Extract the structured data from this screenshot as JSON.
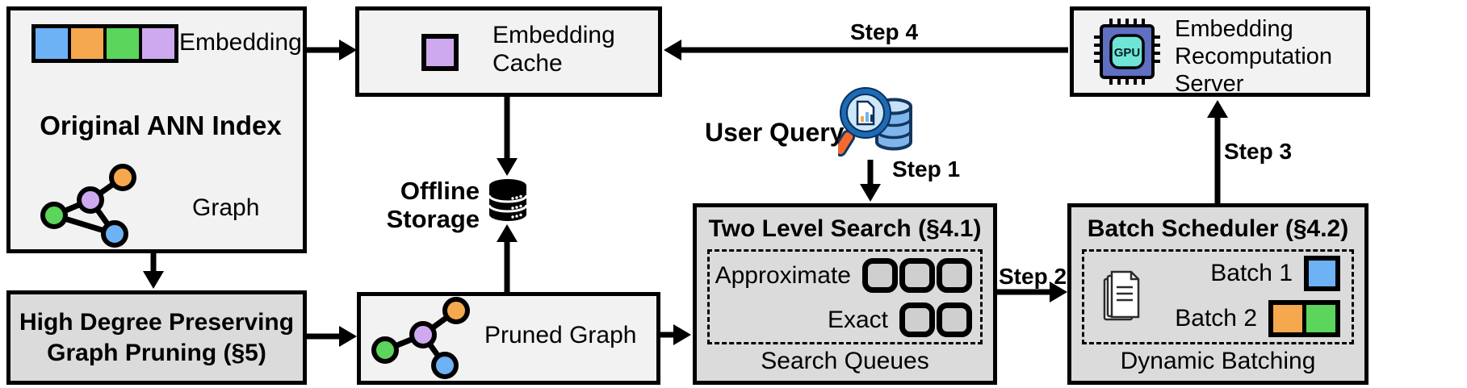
{
  "palette": {
    "blue": "#6CB2F5",
    "orange": "#F5A84E",
    "green": "#5BD55B",
    "purple": "#CFA9EF",
    "box_light": "#F2F2F2",
    "box_dark": "#DBDBDB",
    "black": "#000000"
  },
  "original_index": {
    "embedding_label": "Embedding",
    "title": "Original ANN Index",
    "graph_label": "Graph"
  },
  "embedding_cache": {
    "label": "Embedding Cache"
  },
  "offline_storage": {
    "label": "Offline Storage"
  },
  "high_degree": {
    "title": "High Degree Preserving Graph Pruning (§5)"
  },
  "pruned_graph": {
    "label": "Pruned Graph"
  },
  "user_query": {
    "label": "User Query"
  },
  "two_level_search": {
    "title": "Two Level Search (§4.1)",
    "row1_label": "Approximate",
    "row1_slots": 3,
    "row2_label": "Exact",
    "row2_slots": 2,
    "footer": "Search Queues"
  },
  "batch_scheduler": {
    "title": "Batch Scheduler (§4.2)",
    "batch1_label": "Batch 1",
    "batch2_label": "Batch 2",
    "footer": "Dynamic Batching"
  },
  "recomputation_server": {
    "label": "Embedding Recomputation Server",
    "gpu_label": "GPU"
  },
  "steps": {
    "s1": "Step 1",
    "s2": "Step 2",
    "s3": "Step 3",
    "s4": "Step 4"
  },
  "icons": {
    "storage": "database-icon",
    "user_query": "magnifier-over-database-icon",
    "gpu": "gpu-chip-icon",
    "batch_docs": "document-stack-icon"
  }
}
